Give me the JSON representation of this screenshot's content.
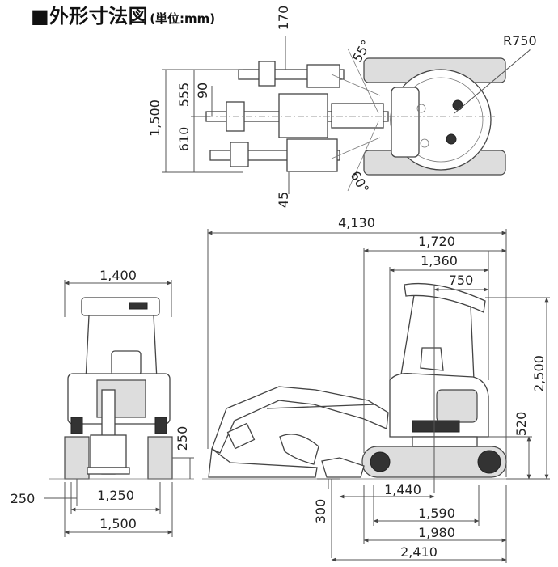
{
  "title": {
    "square": "■",
    "main": "外形寸法図",
    "unit": "(単位:mm)"
  },
  "dims": {
    "top_170": "170",
    "top_55deg": "55°",
    "top_r750": "R750",
    "top_1500": "1,500",
    "top_555": "555",
    "top_90": "90",
    "top_610": "610",
    "top_45": "45",
    "top_60deg": "60°",
    "front_1400": "1,400",
    "front_250v": "250",
    "front_250h": "250",
    "front_1250": "1,250",
    "front_1500": "1,500",
    "side_4130": "4,130",
    "side_1720": "1,720",
    "side_1360": "1,360",
    "side_750": "750",
    "side_2500": "2,500",
    "side_520": "520",
    "side_300": "300",
    "side_1440": "1,440",
    "side_1590": "1,590",
    "side_1980": "1,980",
    "side_2410": "2,410"
  }
}
